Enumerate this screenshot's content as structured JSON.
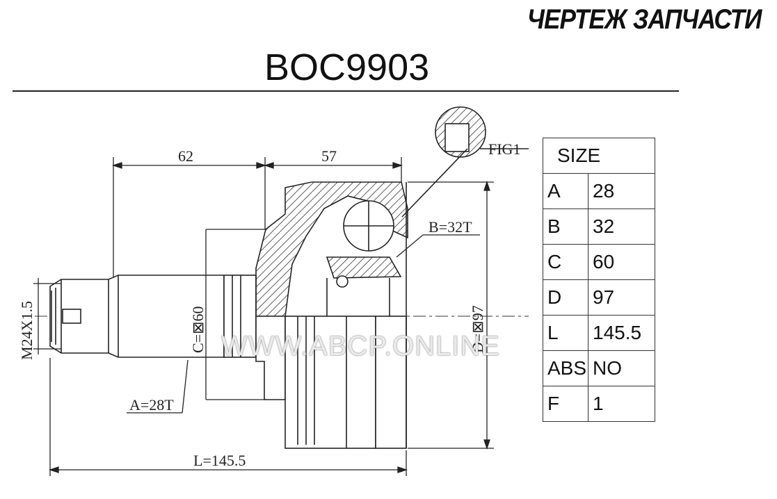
{
  "header": {
    "title": "ЧЕРТЕЖ ЗАПЧАСТИ",
    "part_number": "BOC9903"
  },
  "drawing": {
    "dim_62": "62",
    "dim_57": "57",
    "fig_label": "FIG1",
    "b_label": "B=32T",
    "a_label": "A=28T",
    "c_label": "C=⊠60",
    "d_label": "D=⊠97",
    "m_label": "M24X1.5",
    "l_label": "L=145.5"
  },
  "spec_table": {
    "heading": "SIZE",
    "rows": [
      {
        "key": "A",
        "value": "28"
      },
      {
        "key": "B",
        "value": "32"
      },
      {
        "key": "C",
        "value": "60"
      },
      {
        "key": "D",
        "value": "97"
      },
      {
        "key": "L",
        "value": "145.5"
      },
      {
        "key": "ABS",
        "value": "NO"
      },
      {
        "key": "F",
        "value": "1"
      }
    ]
  },
  "watermark": "WWW.ABCP.ONLINE"
}
